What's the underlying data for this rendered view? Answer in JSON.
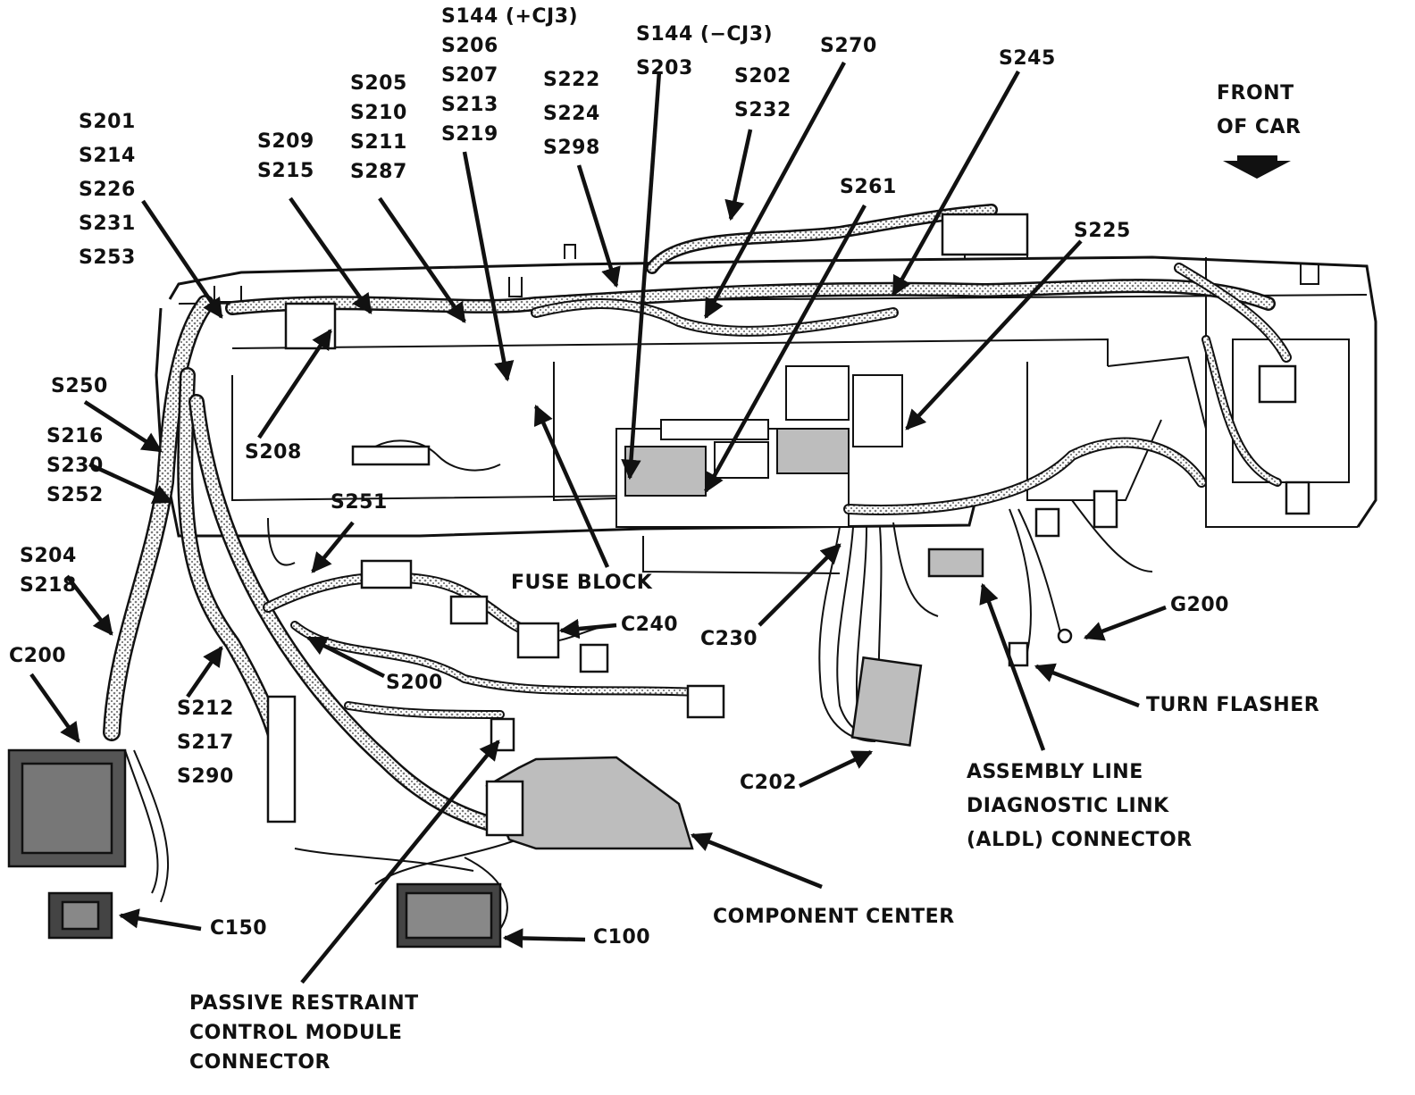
{
  "diagram": {
    "colors": {
      "ink": "#111111",
      "paper": "#ffffff",
      "shade": "#bdbdbd",
      "dots": "#7a7a7a"
    },
    "labels": {
      "s201_group": "S201\nS214\nS226\nS231\nS253",
      "s209_group": "S209\nS215",
      "s205_group": "S205\nS210\nS211\nS287",
      "s144_cj3_plus_group": "S144 (+CJ3)\nS206\nS207\nS213\nS219",
      "s222_group": "S222\nS224\nS298",
      "s144_cj3_minus_group": "S144 (−CJ3)\nS203",
      "s202_group": "S202\nS232",
      "s270": "S270",
      "s245": "S245",
      "front_of_car": "FRONT\nOF CAR",
      "s261": "S261",
      "s225": "S225",
      "s250": "S250",
      "s216_group": "S216\nS230\nS252",
      "s208": "S208",
      "s251": "S251",
      "s204_group": "S204\nS218",
      "fuse_block": "FUSE BLOCK",
      "c240": "C240",
      "c230": "C230",
      "g200": "G200",
      "c200": "C200",
      "s200": "S200",
      "s212_group": "S212\nS217\nS290",
      "turn_flasher": "TURN FLASHER",
      "c202": "C202",
      "aldl_connector": "ASSEMBLY LINE\nDIAGNOSTIC LINK\n(ALDL) CONNECTOR",
      "component_center": "COMPONENT CENTER",
      "c150": "C150",
      "c100": "C100",
      "passive_restraint": "PASSIVE RESTRAINT\nCONTROL MODULE\nCONNECTOR"
    }
  }
}
